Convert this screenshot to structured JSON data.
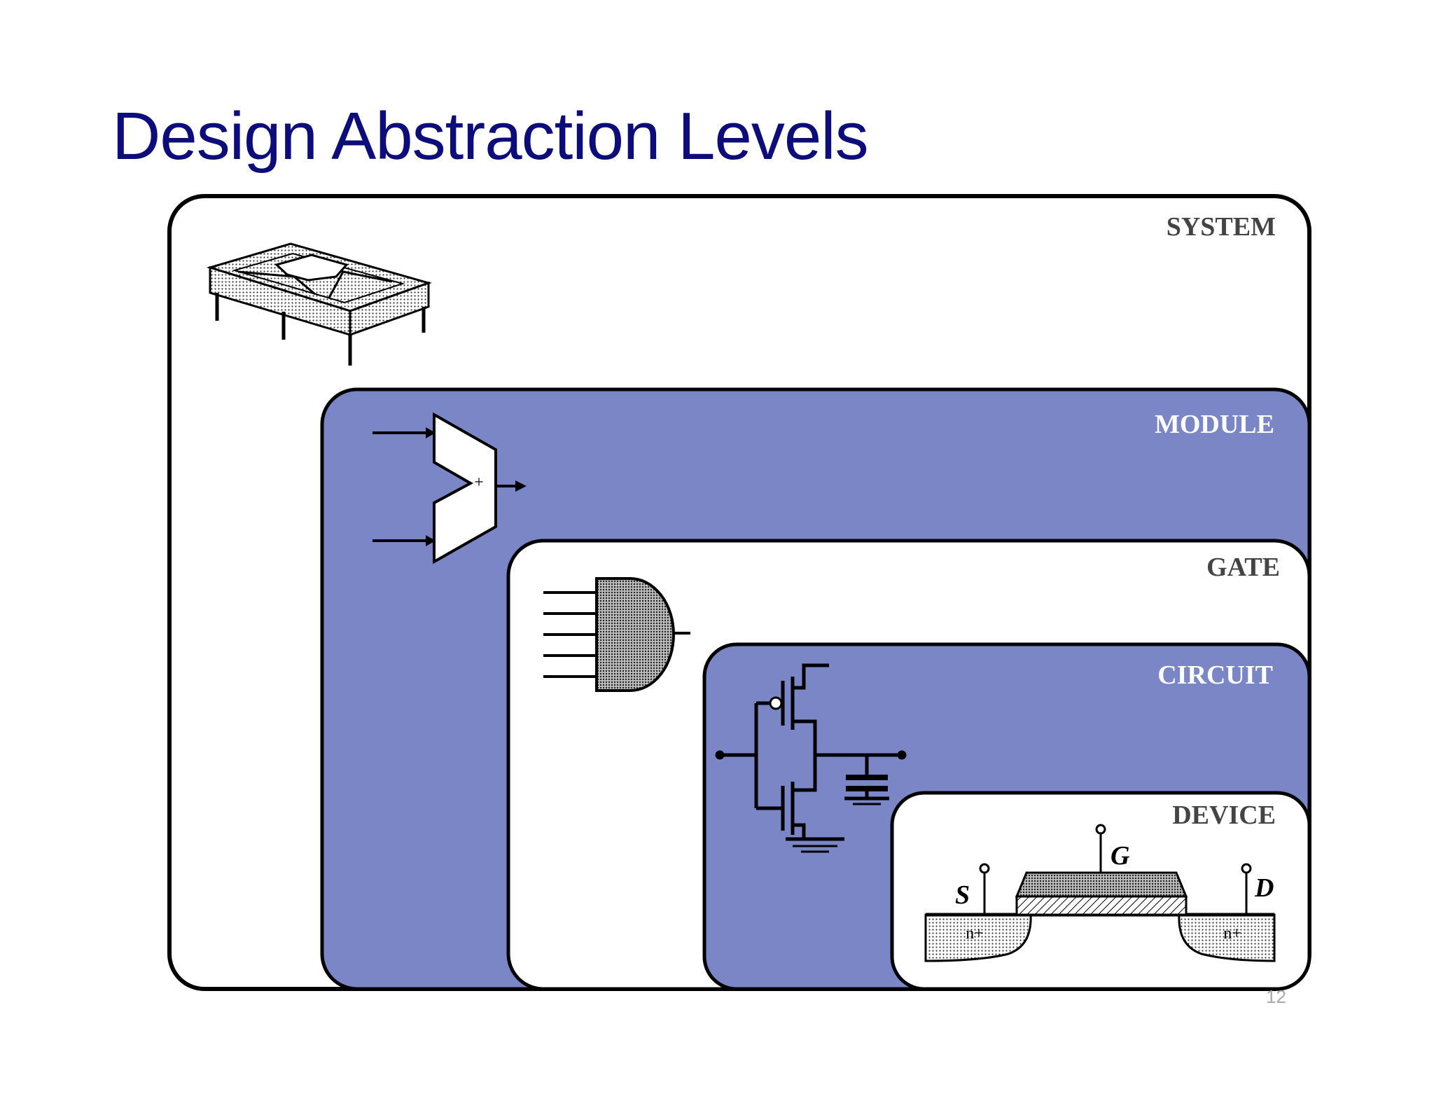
{
  "slide": {
    "title": "Design Abstraction Levels",
    "page_number": "12"
  },
  "levels": {
    "system": "SYSTEM",
    "module": "MODULE",
    "gate": "GATE",
    "circuit": "CIRCUIT",
    "device": "DEVICE"
  },
  "device": {
    "source": "S",
    "gate": "G",
    "drain": "D",
    "source_doping": "n+",
    "drain_doping": "n+"
  },
  "module": {
    "adder_symbol": "+"
  },
  "colors": {
    "title": "#0c0c7a",
    "module_fill": "#7b86c6",
    "circuit_fill": "#7b86c6",
    "outline": "#000000"
  }
}
